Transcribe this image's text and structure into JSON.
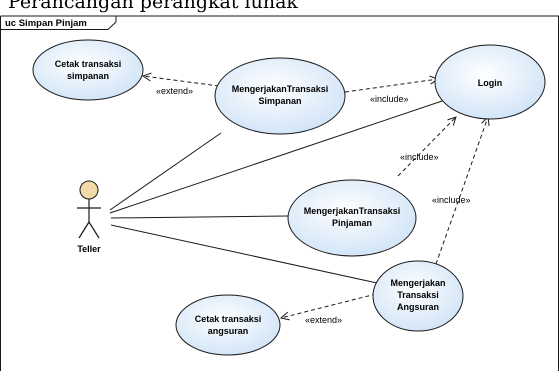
{
  "page_heading": "Perancangan perangkat lunak",
  "diagram": {
    "frame_label": "uc Simpan Pinjam",
    "actor": {
      "label": "Teller"
    },
    "use_cases": [
      {
        "id": "cetak-simpanan",
        "lines": [
          "Cetak transaksi",
          "simpanan"
        ]
      },
      {
        "id": "transaksi-simpanan",
        "lines": [
          "MengerjakanTransaksi",
          "Simpanan"
        ]
      },
      {
        "id": "login",
        "lines": [
          "Login"
        ]
      },
      {
        "id": "transaksi-pinjaman",
        "lines": [
          "MengerjakanTransaksi",
          "Pinjaman"
        ]
      },
      {
        "id": "transaksi-angsuran",
        "lines": [
          "Mengerjakan",
          "Transaksi",
          "Angsuran"
        ]
      },
      {
        "id": "cetak-angsuran",
        "lines": [
          "Cetak transaksi",
          "angsuran"
        ]
      }
    ],
    "relations": [
      {
        "id": "extend-simpanan",
        "type": "extend",
        "label": "«extend»"
      },
      {
        "id": "include-simpanan",
        "type": "include",
        "label": "«include»"
      },
      {
        "id": "include-pinjaman",
        "type": "include",
        "label": "«include»"
      },
      {
        "id": "include-angsuran",
        "type": "include",
        "label": "«include»"
      },
      {
        "id": "extend-angsuran",
        "type": "extend",
        "label": "«extend»"
      }
    ],
    "colors": {
      "usecase_fill_outer": "#cfe3f7",
      "usecase_fill_inner": "#ffffff",
      "usecase_stroke": "#1a1a1a",
      "actor_head": "#f2d9a8",
      "line": "#1a1a1a"
    }
  }
}
